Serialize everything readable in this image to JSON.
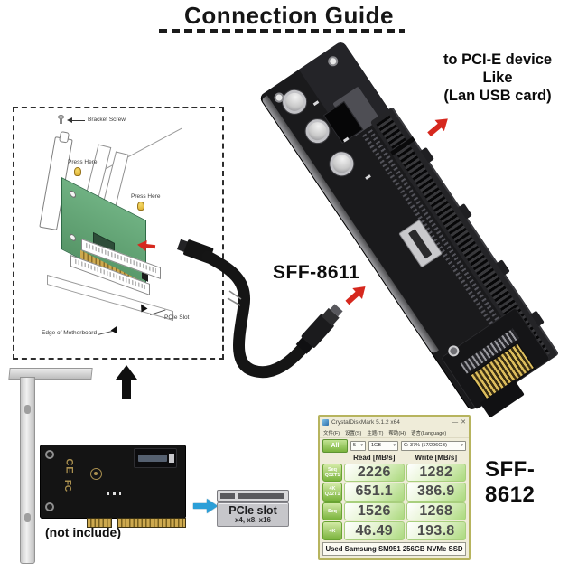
{
  "title": "Connection Guide",
  "note_top_right": {
    "line1": "to PCI-E device",
    "line2": "Like",
    "line3": "(Lan USB card)"
  },
  "connector_labels": {
    "sff8611": "SFF-8611",
    "sff8612": "SFF-8612"
  },
  "install_diagram": {
    "bracket_screw": "Bracket Screw",
    "press_here_top": "Press Here",
    "press_here_right": "Press Here",
    "pcie_slot": "PCIe Slot",
    "edge_of_motherboard": "Edge of Motherboard"
  },
  "card_photo": {
    "not_include": "(not include)",
    "ce_mark": "CE",
    "fcc_mark": "FC"
  },
  "pcie_slot_callout": {
    "title": "PCIe slot",
    "sizes": "x4, x8, x16"
  },
  "benchmark": {
    "window_title": "CrystalDiskMark 5.1.2 x64",
    "menu": {
      "file": "文件(F)",
      "settings": "设置(S)",
      "theme": "主题(T)",
      "help": "帮助(H)",
      "language": "语言(Language)"
    },
    "all_button": "All",
    "test_count": "5",
    "test_size": "1GB",
    "target_drive": "C: 37% (17/296GB)",
    "col_read": "Read [MB/s]",
    "col_write": "Write [MB/s]",
    "rows": [
      {
        "label": "Seq Q32T1",
        "read": "2226",
        "write": "1282"
      },
      {
        "label": "4K Q32T1",
        "read": "651.1",
        "write": "386.9"
      },
      {
        "label": "Seq",
        "read": "1526",
        "write": "1268"
      },
      {
        "label": "4K",
        "read": "46.49",
        "write": "193.8"
      }
    ],
    "footer": "Used Samsung SM951 256GB NVMe SSD"
  },
  "icons": {
    "dropdown": "▾",
    "minimize": "—",
    "close": "✕"
  },
  "colors": {
    "accent_red": "#d6281e",
    "accent_blue": "#2b9fd8",
    "pcb_green": "#63a577",
    "benchmark_green": "#7ab33c",
    "gold": "#cda94f"
  }
}
